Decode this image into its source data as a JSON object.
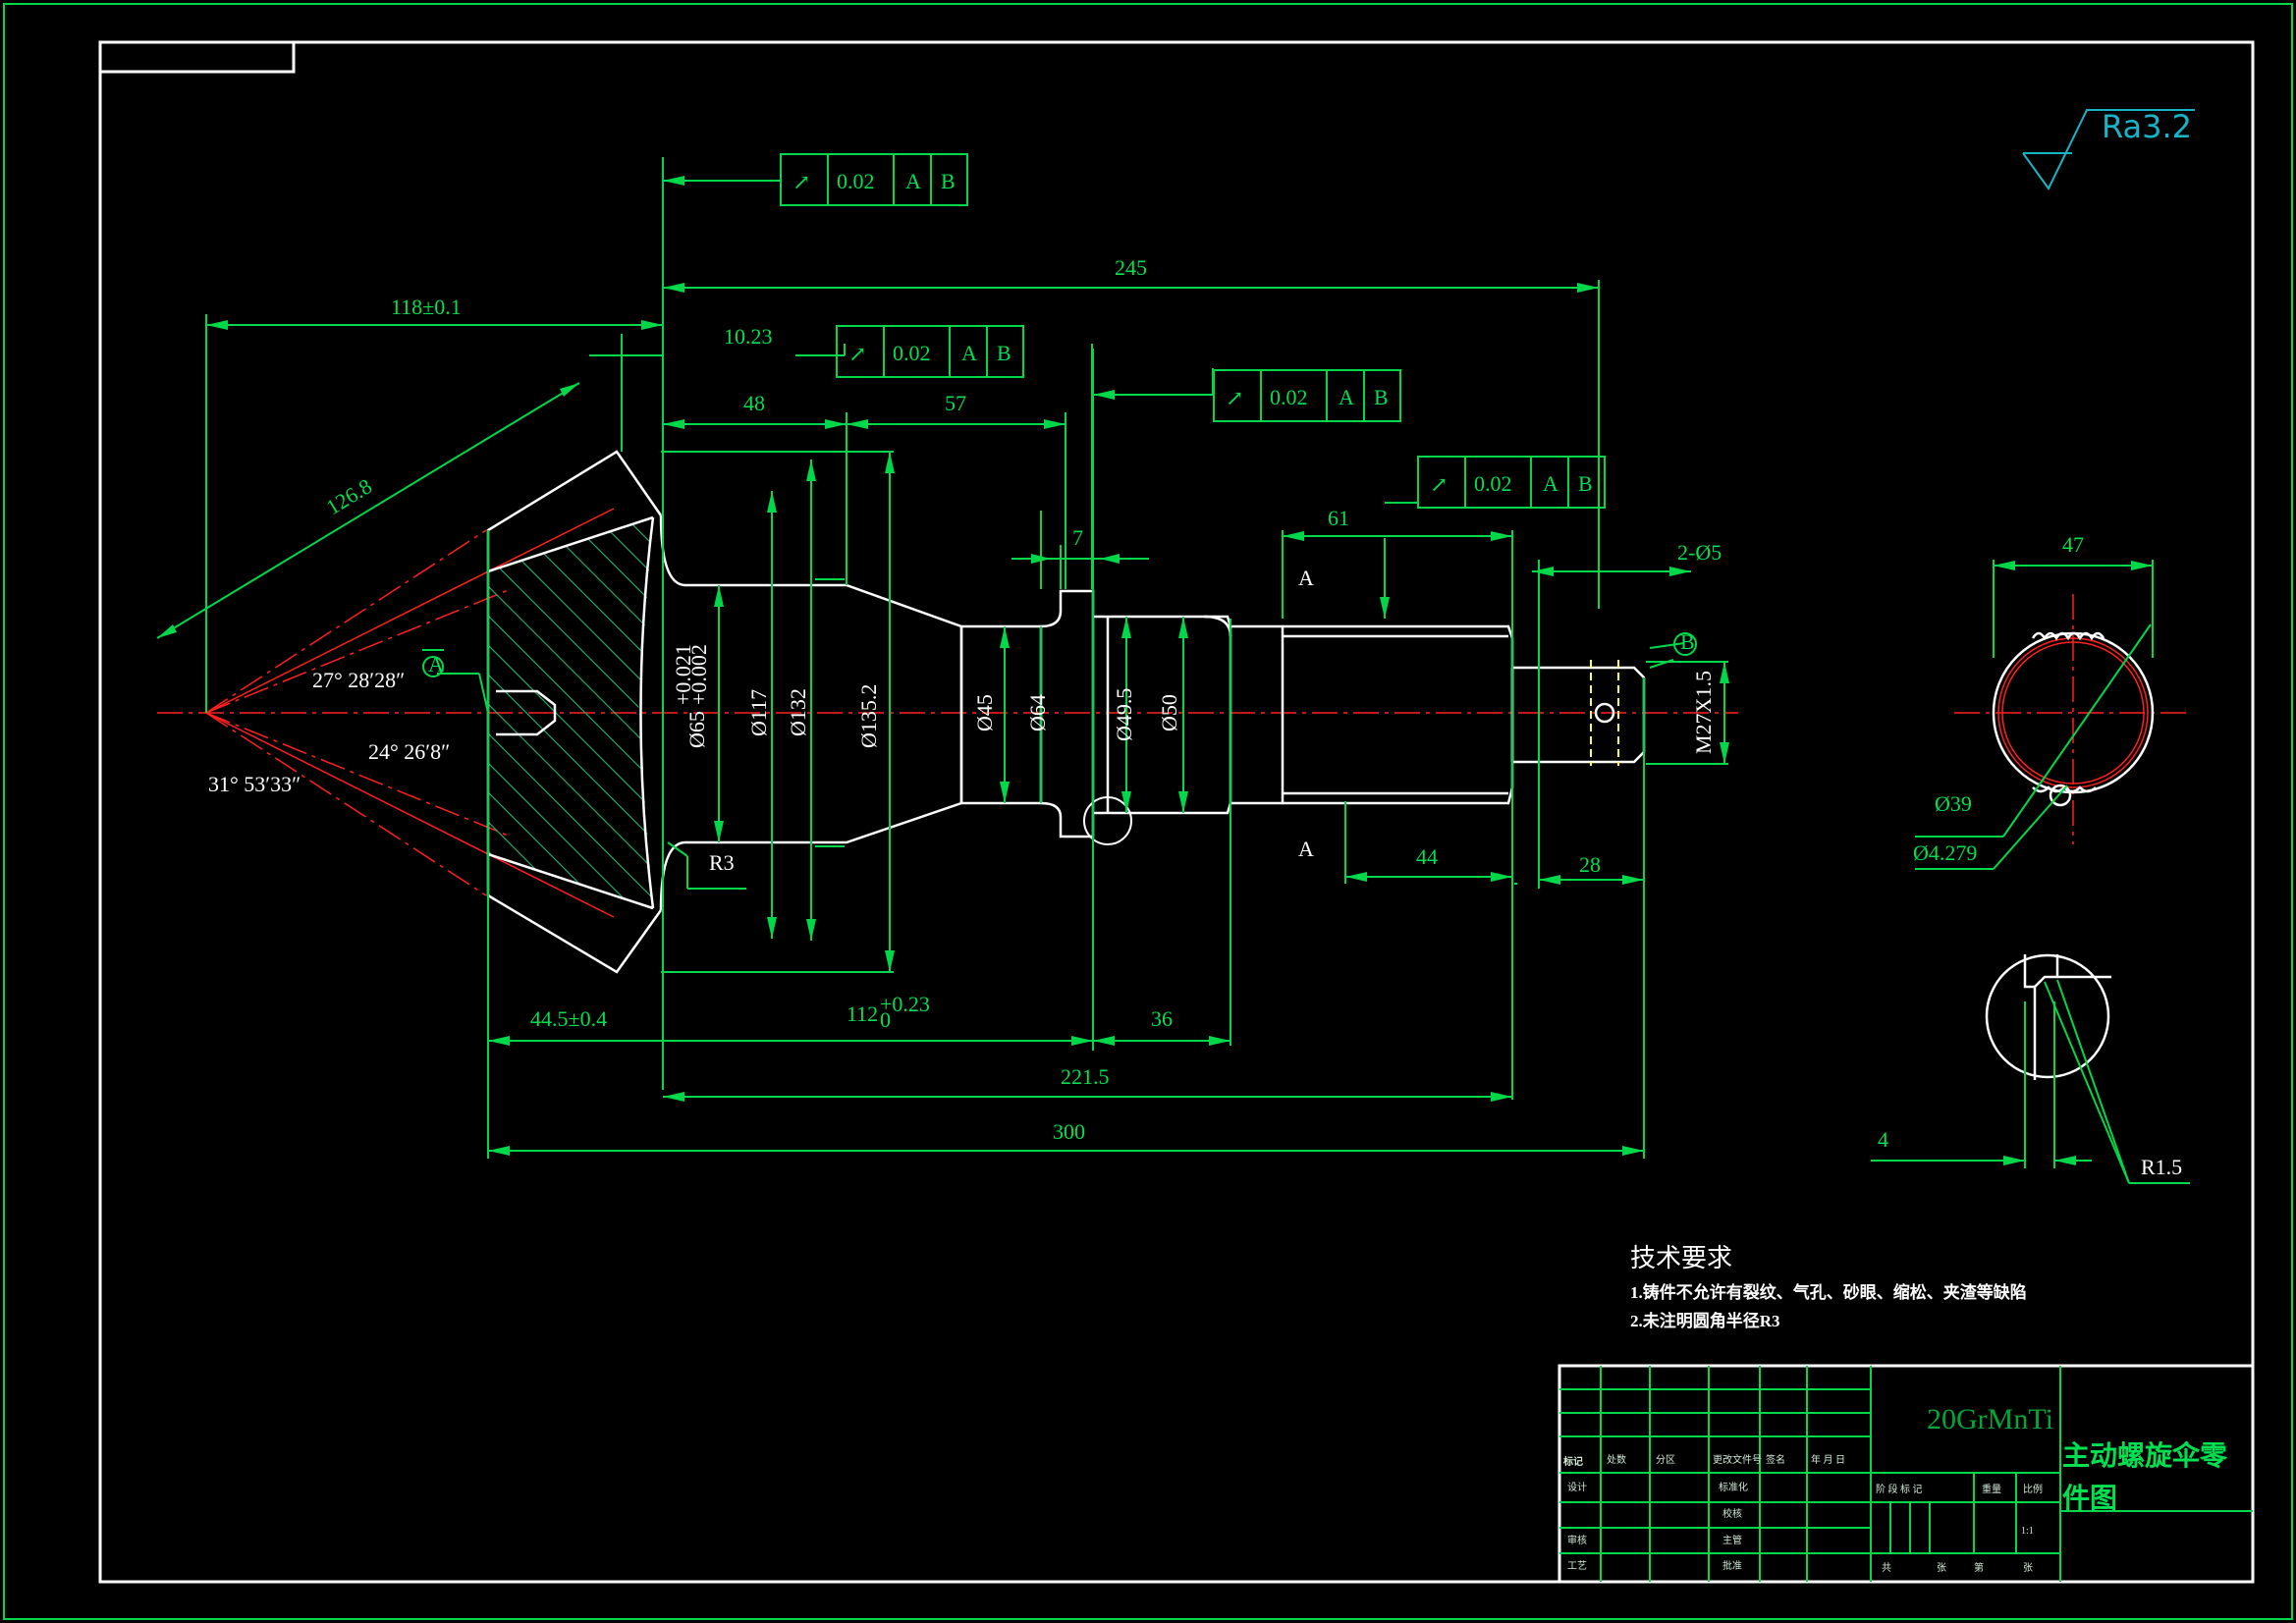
{
  "drawing": {
    "title_line1": "主动螺旋伞零",
    "title_line2": "件图",
    "material": "20GrMnTi",
    "roughness": "Ra3.2",
    "scale": "1:1",
    "tech_req_title": "技术要求",
    "tech_req_1": "1.铸件不允许有裂纹、气孔、砂眼、缩松、夹渣等缺陷",
    "tech_req_2": "2.未注明圆角半径R3"
  },
  "tolerance_frames": [
    {
      "sym": "↗",
      "value": "0.02",
      "ref1": "A",
      "ref2": "B"
    },
    {
      "sym": "↗",
      "value": "0.02",
      "ref1": "A",
      "ref2": "B"
    },
    {
      "sym": "↗",
      "value": "0.02",
      "ref1": "A",
      "ref2": "B"
    },
    {
      "sym": "↗",
      "value": "0.02",
      "ref1": "A",
      "ref2": "B"
    }
  ],
  "dims": {
    "d245": "245",
    "d118": "118±0.1",
    "d1023": "10.23",
    "d48": "48",
    "d57": "57",
    "d1268": "126.8",
    "d7": "7",
    "d61": "61",
    "d2phi5": "2-Ø5",
    "d47": "47",
    "ang1": "27° 28′28″",
    "ang2": "24° 26′8″",
    "ang3": "31° 53′33″",
    "phi65": "Ø65",
    "phi65_up": "+0.021",
    "phi65_lo": "+0.002",
    "phi117": "Ø117",
    "phi132": "Ø132",
    "phi1352": "Ø135.2",
    "phi45": "Ø45",
    "phi64": "Ø64",
    "phi495": "Ø49.5",
    "phi50": "Ø50",
    "m27": "M27X1.5",
    "r3": "R3",
    "d44": "44",
    "d28": "28",
    "d445": "44.5±0.4",
    "d112": "112",
    "d112_up": "+0.23",
    "d112_lo": "0",
    "d36": "36",
    "d2215": "221.5",
    "d300": "300",
    "phi39": "Ø39",
    "phi4279": "Ø4.279",
    "d4": "4",
    "r15": "R1.5",
    "datum_a": "A",
    "datum_b": "B",
    "sect_a1": "A",
    "sect_a2": "A"
  },
  "title_block": {
    "h_biaoji": "标记",
    "h_chushu": "处数",
    "h_fenqu": "分区",
    "h_wenjian": "更改文件号",
    "h_qianming": "签名",
    "h_nyr": "年 月 日",
    "h_sheji": "设计",
    "h_biaozhunhua": "标准化",
    "h_shenhe": "审核",
    "h_gongyi": "工艺",
    "h_jiaodui": "校核",
    "h_zhuguan": "主管",
    "h_pizhun": "批准",
    "h_jieduan": "阶 段 标 记",
    "h_zhongliang": "重量",
    "h_bili": "比例",
    "h_gong": "共",
    "h_zhang1": "张",
    "h_di": "第",
    "h_zhang2": "张"
  }
}
